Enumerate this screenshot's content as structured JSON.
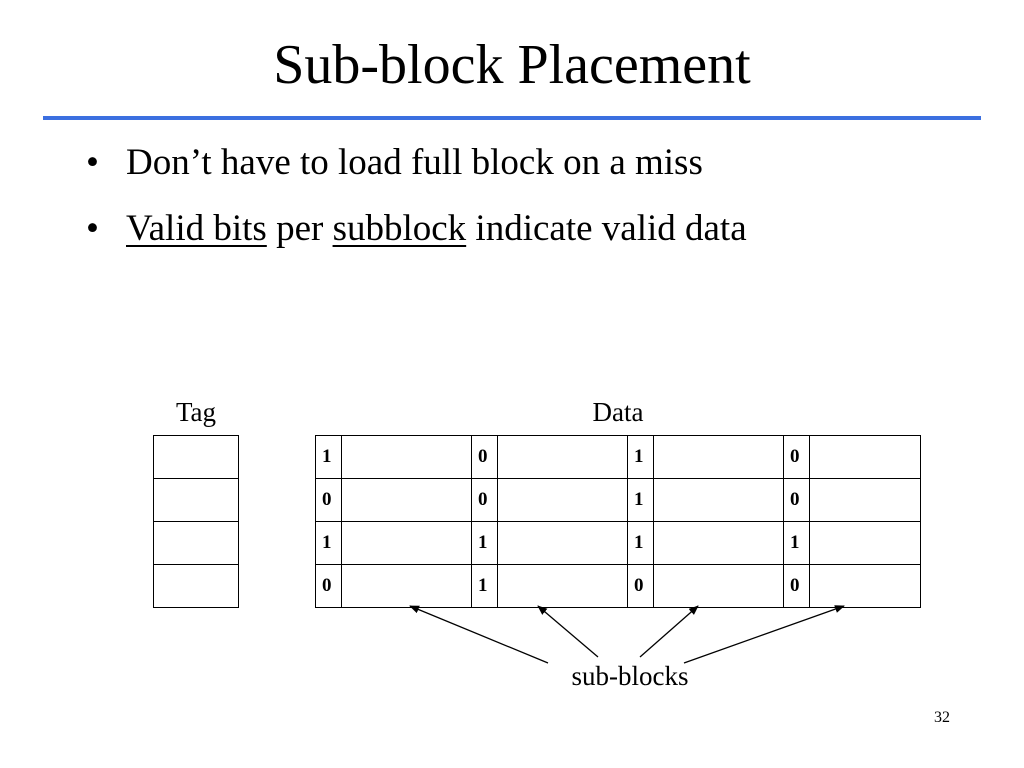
{
  "slide": {
    "title": "Sub-block Placement",
    "page_number": "32"
  },
  "bullets": [
    {
      "marker": "•",
      "text": "Don’t have to load full block on a miss"
    },
    {
      "marker": "•",
      "parts": [
        "Valid bits",
        " per ",
        "subblock",
        " indicate valid data"
      ]
    }
  ],
  "diagram": {
    "tag_label": "Tag",
    "data_label": "Data",
    "tag_rows": 4,
    "valid_bits": [
      [
        "1",
        "0",
        "1",
        "0"
      ],
      [
        "0",
        "0",
        "1",
        "0"
      ],
      [
        "1",
        "1",
        "1",
        "1"
      ],
      [
        "0",
        "1",
        "0",
        "0"
      ]
    ],
    "annotation": "sub-blocks"
  },
  "colors": {
    "rule": "#3b6fe0"
  }
}
